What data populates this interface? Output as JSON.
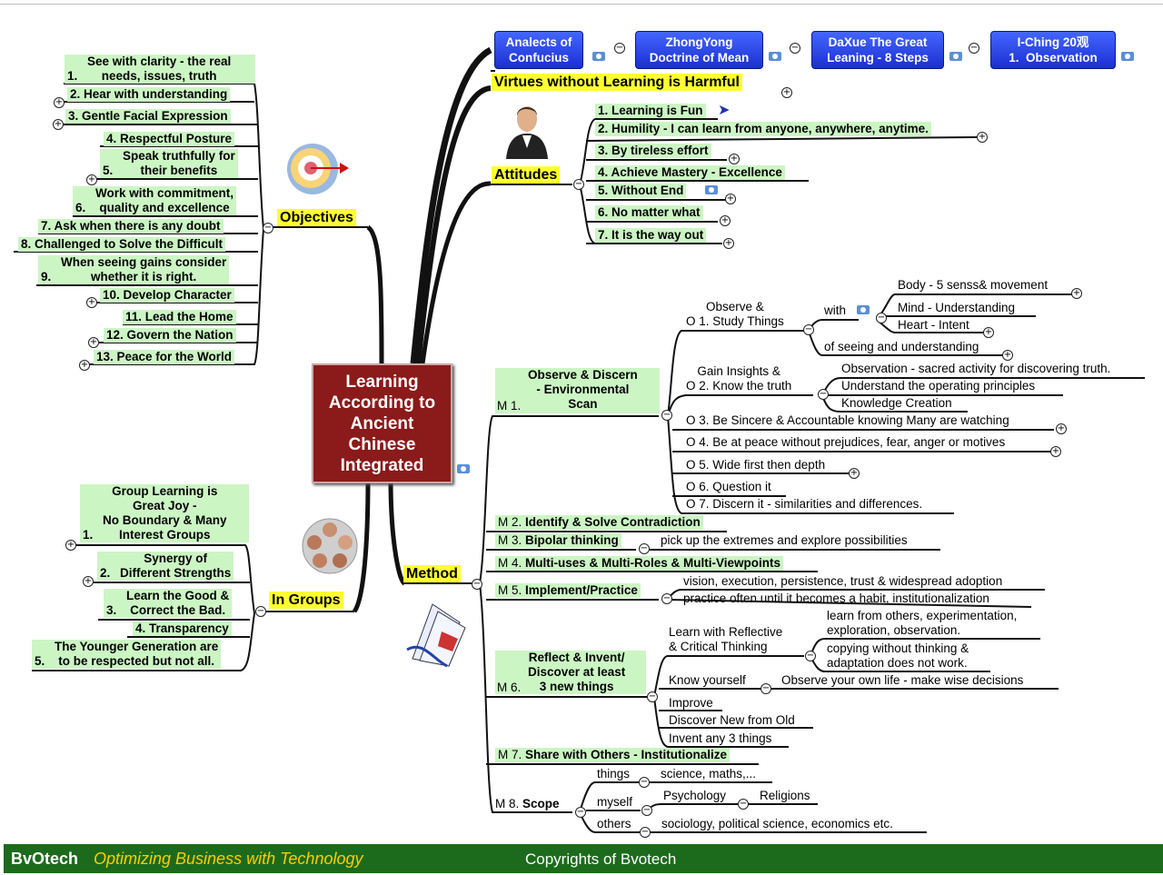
{
  "central_topic": "Learning\nAccording to\nAncient\nChinese\nIntegrated",
  "top_books": [
    {
      "label": "Analects of\nConfucius"
    },
    {
      "label": "ZhongYong\nDoctrine of Mean"
    },
    {
      "label": "DaXue The Great\nLeaning - 8 Steps"
    },
    {
      "label": "I-Ching 20观\n1.  Observation"
    }
  ],
  "virtues": "Virtues without Learning is Harmful",
  "attitudes": {
    "title": "Attitudes",
    "items": [
      "1. Learning is Fun",
      "2. Humility - I can learn from anyone, anywhere, anytime.",
      "3. By tireless effort",
      "4. Achieve Mastery - Excellence",
      "5. Without End",
      "6. No matter what",
      "7. It is the way out"
    ]
  },
  "objectives": {
    "title": "Objectives",
    "items": [
      {
        "num": "1.",
        "text": "See with clarity - the real\nneeds, issues, truth"
      },
      {
        "num": "",
        "text": "2. Hear with understanding"
      },
      {
        "num": "",
        "text": "3. Gentle Facial Expression"
      },
      {
        "num": "",
        "text": "4. Respectful Posture"
      },
      {
        "num": "5.",
        "text": "Speak truthfully for\ntheir benefits"
      },
      {
        "num": "6.",
        "text": "Work with commitment,\nquality and excellence"
      },
      {
        "num": "",
        "text": "7.  Ask when there is any doubt"
      },
      {
        "num": "",
        "text": "8. Challenged to Solve the Difficult"
      },
      {
        "num": "9.",
        "text": "When seeing gains consider\nwhether it is right."
      },
      {
        "num": "",
        "text": "10. Develop Character"
      },
      {
        "num": "",
        "text": "11. Lead the Home"
      },
      {
        "num": "",
        "text": "12. Govern the Nation"
      },
      {
        "num": "",
        "text": "13. Peace for the World"
      }
    ]
  },
  "groups": {
    "title": "In Groups",
    "items": [
      {
        "num": "1.",
        "text": "Group Learning is\nGreat Joy -\nNo Boundary & Many\nInterest Groups"
      },
      {
        "num": "2.",
        "text": "Synergy of\nDifferent Strengths"
      },
      {
        "num": "3.",
        "text": "Learn the Good &\nCorrect the Bad."
      },
      {
        "num": "",
        "text": "4. Transparency"
      },
      {
        "num": "5.",
        "text": "The Younger Generation are\nto be respected but not all."
      }
    ]
  },
  "method": {
    "title": "Method",
    "m1": {
      "prefix": "M 1.",
      "label": "Observe & Discern\n- Environmental\nScan",
      "o1": {
        "label": "Observe &\nO 1. Study Things",
        "with": "with",
        "senses": [
          "Body - 5 senss& movement",
          "Mind - Understanding",
          "Heart - Intent"
        ],
        "seeing": "of seeing and understanding"
      },
      "o2": {
        "label": "Gain Insights &\nO 2. Know the truth",
        "items": [
          "Observation - sacred activity for discovering truth.",
          "Understand the operating principles",
          "Knowledge Creation"
        ]
      },
      "rest": [
        "O 3. Be Sincere & Accountable knowing Many are watching",
        "O 4. Be at peace without prejudices, fear, anger or motives",
        "O 5. Wide first then depth",
        "O 6. Question it",
        "O 7. Discern it - similarities and differences."
      ]
    },
    "m2": {
      "prefix": "M 2.",
      "label": "Identify & Solve Contradiction"
    },
    "m3": {
      "prefix": "M 3.",
      "label": "Bipolar thinking",
      "detail": "pick up the extremes and explore possibilities"
    },
    "m4": {
      "prefix": "M 4.",
      "label": "Multi-uses & Multi-Roles & Multi-Viewpoints"
    },
    "m5": {
      "prefix": "M 5.",
      "label": "Implement/Practice",
      "details": [
        "vision, execution, persistence, trust & widespread adoption",
        "practice often until it becomes a habit, institutionalization"
      ]
    },
    "m6": {
      "prefix": "M 6.",
      "label": "Reflect & Invent/\nDiscover at least\n3 new things",
      "reflective": "Learn with Reflective\n& Critical Thinking",
      "reflective_items": [
        "learn from others, experimentation,\nexploration, observation.",
        "copying without thinking &\nadaptation does not work."
      ],
      "know": "Know yourself",
      "know_detail": "Observe your own life - make wise decisions",
      "others": [
        "Improve",
        "Discover New from Old",
        "Invent any 3 things"
      ]
    },
    "m7": {
      "prefix": "M 7.",
      "label": "Share with Others - Institutionalize"
    },
    "m8": {
      "prefix": "M 8.",
      "label": "Scope",
      "things": "things",
      "things_detail": "science, maths,...",
      "myself": "myself",
      "psychology": "Psychology",
      "religions": "Religions",
      "others": "others",
      "others_detail": "sociology, political science, economics etc."
    }
  },
  "footer": {
    "brand": "BvOtech",
    "tagline": "Optimizing  Business with Technology",
    "copyright": "Copyrights of Bvotech"
  }
}
